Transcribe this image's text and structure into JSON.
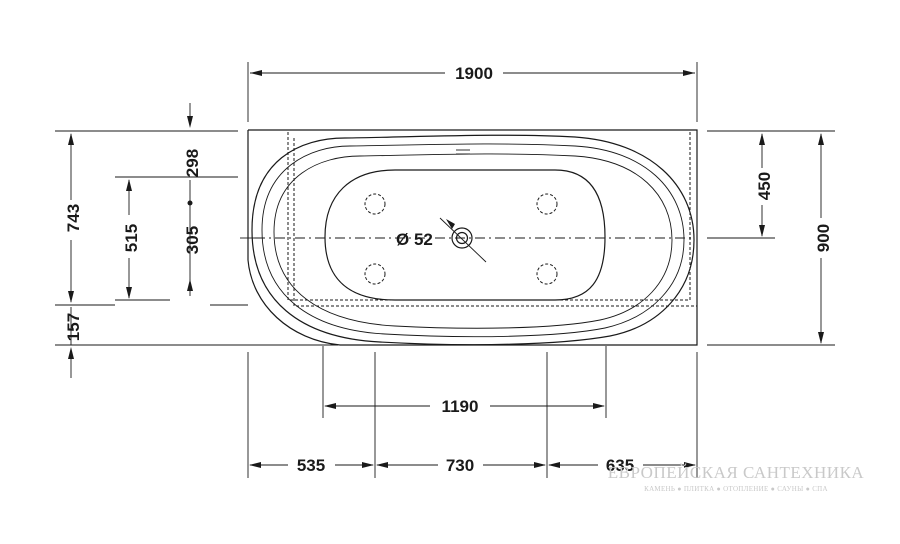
{
  "dimensions": {
    "overall_length": "1900",
    "overall_width": "900",
    "left_743": "743",
    "left_515": "515",
    "left_298": "298",
    "left_305": "305",
    "left_157": "157",
    "right_450": "450",
    "inner_1190": "1190",
    "bottom_535": "535",
    "bottom_730": "730",
    "bottom_635": "635",
    "drain_diameter": "Ø 52"
  },
  "watermark": {
    "main": "ЕВРОПЕЙСКАЯ САНТЕХНИКА",
    "sub": "КАМЕНЬ ● ПЛИТКА ● ОТОПЛЕНИЕ ● САУНЫ ● СПА"
  }
}
